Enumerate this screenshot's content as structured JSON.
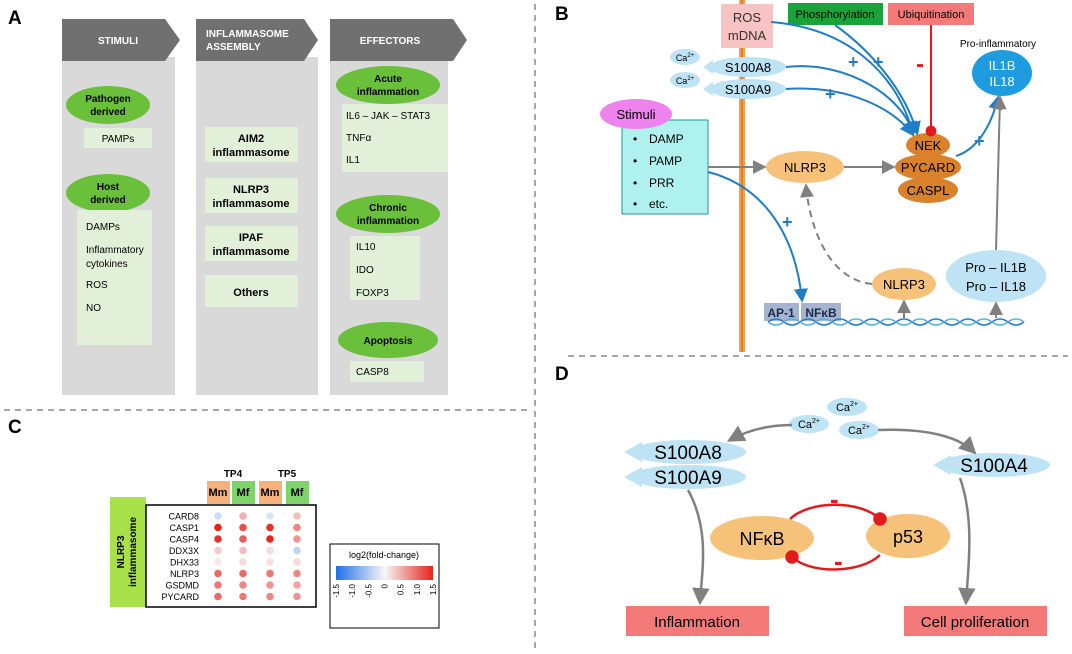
{
  "panels": {
    "a": "A",
    "b": "B",
    "c": "C",
    "d": "D"
  },
  "panel_a": {
    "columns": [
      {
        "header": "STIMULI"
      },
      {
        "header_line1": "INFLAMMASOME",
        "header_line2": "ASSEMBLY"
      },
      {
        "header": "EFFECTORS"
      }
    ],
    "stimuli": {
      "pathogen_line1": "Pathogen",
      "pathogen_line2": "derived",
      "pathogen_item": "PAMPs",
      "host_line1": "Host",
      "host_line2": "derived",
      "host_items": [
        "DAMPs",
        "Inflammatory",
        "cytokines",
        "ROS",
        "NO"
      ]
    },
    "assembly": {
      "aim2_line1": "AIM2",
      "aim2_line2": "inflammasome",
      "nlrp3_line1": "NLRP3",
      "nlrp3_line2": "inflammasome",
      "ipaf_line1": "IPAF",
      "ipaf_line2": "inflammasome",
      "others": "Others"
    },
    "effectors": {
      "acute_line1": "Acute",
      "acute_line2": "inflammation",
      "acute_items": [
        "IL6 – JAK – STAT3",
        "TNFα",
        "IL1"
      ],
      "chronic_line1": "Chronic",
      "chronic_line2": "inflammation",
      "chronic_items": [
        "IL10",
        "IDO",
        "FOXP3"
      ],
      "apoptosis": "Apoptosis",
      "apoptosis_item": "CASP8"
    }
  },
  "panel_b": {
    "ros_line1": "ROS",
    "ros_line2": "mDNA",
    "phosphorylation": "Phosphorylation",
    "ubiquitination": "Ubiquitination",
    "pro_inflammatory": "Pro-inflammatory",
    "il1b": "IL1B",
    "il18": "IL18",
    "ca": "Ca",
    "ca_sup": "2+",
    "s100a8": "S100A8",
    "s100a9": "S100A9",
    "stimuli": "Stimuli",
    "stimuli_items": [
      "DAMP",
      "PAMP",
      "PRR",
      "etc."
    ],
    "bullet": "•",
    "plus": "+",
    "minus": "-",
    "nlrp3": "NLRP3",
    "nek": "NEK",
    "pycard": "PYCARD",
    "caspl": "CASPL",
    "ap1": "AP-1",
    "nfkb": "NFκB",
    "pro_il1b": "Pro – IL1B",
    "pro_il18": "Pro – IL18"
  },
  "panel_c": {
    "groups": [
      "TP4",
      "TP5"
    ],
    "columns": [
      "Mm",
      "Mf",
      "Mm",
      "Mf"
    ],
    "side_label_line1": "NLRP3",
    "side_label_line2": "inflammasome",
    "genes": [
      "CARD8",
      "CASP1",
      "CASP4",
      "DDX3X",
      "DHX33",
      "NLRP3",
      "GSDMD",
      "PYCARD"
    ],
    "legend_title": "log2(fold-change)",
    "legend_ticks": [
      "-1.5",
      "-1.0",
      "-0.5",
      "0",
      "0.5",
      "1.0",
      "1.5"
    ],
    "values": [
      [
        -0.3,
        0.5,
        -0.2,
        0.4
      ],
      [
        1.5,
        1.2,
        1.4,
        0.8
      ],
      [
        1.4,
        1.1,
        1.5,
        0.7
      ],
      [
        0.3,
        0.4,
        0.2,
        -0.4
      ],
      [
        0.1,
        0.2,
        0.15,
        0.2
      ],
      [
        1.0,
        1.0,
        0.9,
        0.8
      ],
      [
        0.9,
        0.8,
        0.7,
        0.6
      ],
      [
        1.0,
        0.9,
        0.8,
        0.7
      ]
    ],
    "colors": {
      "low": "#1f6fe8",
      "mid": "#f7f7f7",
      "high": "#e8231b"
    }
  },
  "panel_d": {
    "ca": "Ca",
    "ca_sup": "2+",
    "s100a8": "S100A8",
    "s100a9": "S100A9",
    "s100a4": "S100A4",
    "nfkb": "NFκB",
    "p53": "p53",
    "minus": "-",
    "inflammation": "Inflammation",
    "cell_proliferation": "Cell proliferation"
  },
  "colors": {
    "green": "#6abf3b",
    "light_green": "#e2f0d9",
    "header_grey": "#707070",
    "col_grey": "#d9d9d9",
    "blue_arrow": "#1e7ec8",
    "red": "#e11b1b",
    "orange": "#f6c27a",
    "brown": "#d9822b",
    "light_blue": "#bde3f5",
    "deep_blue": "#1f9be0",
    "pink": "#f3a7a7",
    "magenta": "#ee82ee",
    "cyan_box": "#aef1ef"
  }
}
